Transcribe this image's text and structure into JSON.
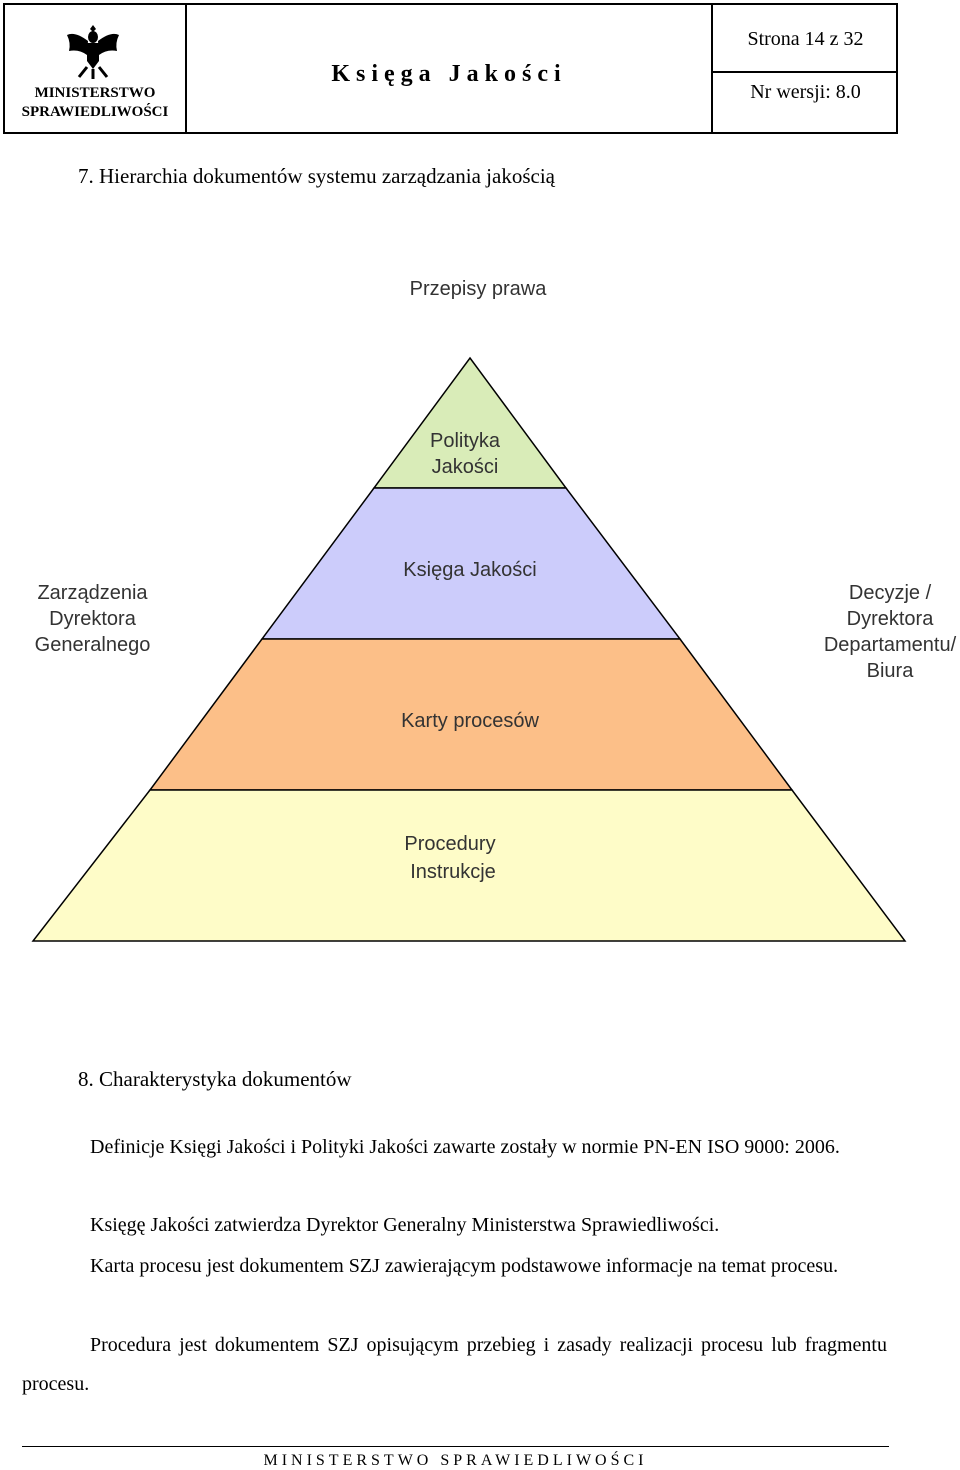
{
  "header": {
    "ministry_line1": "MINISTERSTWO",
    "ministry_line2": "SPRAWIEDLIWOŚCI",
    "document_title": "Księga Jakości",
    "page_number": "Strona 14 z 32",
    "version": "Nr wersji: 8.0",
    "logo_icon": "eagle-emblem-icon"
  },
  "section7": {
    "heading": "7.  Hierarchia dokumentów systemu zarządzania jakością"
  },
  "pyramid": {
    "top_label": "Przepisy prawa",
    "left_label": [
      "Zarządzenia",
      "Dyrektora",
      "Generalnego"
    ],
    "right_label": [
      "Decyzje /",
      "Dyrektora",
      "Departamentu/",
      "Biura"
    ],
    "levels": [
      {
        "lines": [
          "Polityka",
          "Jakości"
        ],
        "color": "#d9ecb8"
      },
      {
        "lines": [
          "Księga Jakości"
        ],
        "color": "#ccccfb"
      },
      {
        "lines": [
          "Karty procesów"
        ],
        "color": "#fcbf88"
      },
      {
        "lines": [
          "Procedury",
          "Instrukcje"
        ],
        "color": "#fefcc8"
      }
    ]
  },
  "section8": {
    "heading": "8.  Charakterystyka dokumentów",
    "paragraphs": [
      "Definicje Księgi Jakości i Polityki Jakości zawarte zostały w normie PN-EN ISO 9000: 2006.",
      "Księgę Jakości zatwierdza Dyrektor Generalny Ministerstwa Sprawiedliwości.",
      "Karta procesu jest dokumentem SZJ zawierającym podstawowe informacje na temat procesu.",
      "Procedura jest dokumentem SZJ opisującym przebieg i zasady realizacji procesu lub fragmentu procesu."
    ]
  },
  "footer": {
    "text": "MINISTERSTWO SPRAWIEDLIWOŚCI"
  }
}
